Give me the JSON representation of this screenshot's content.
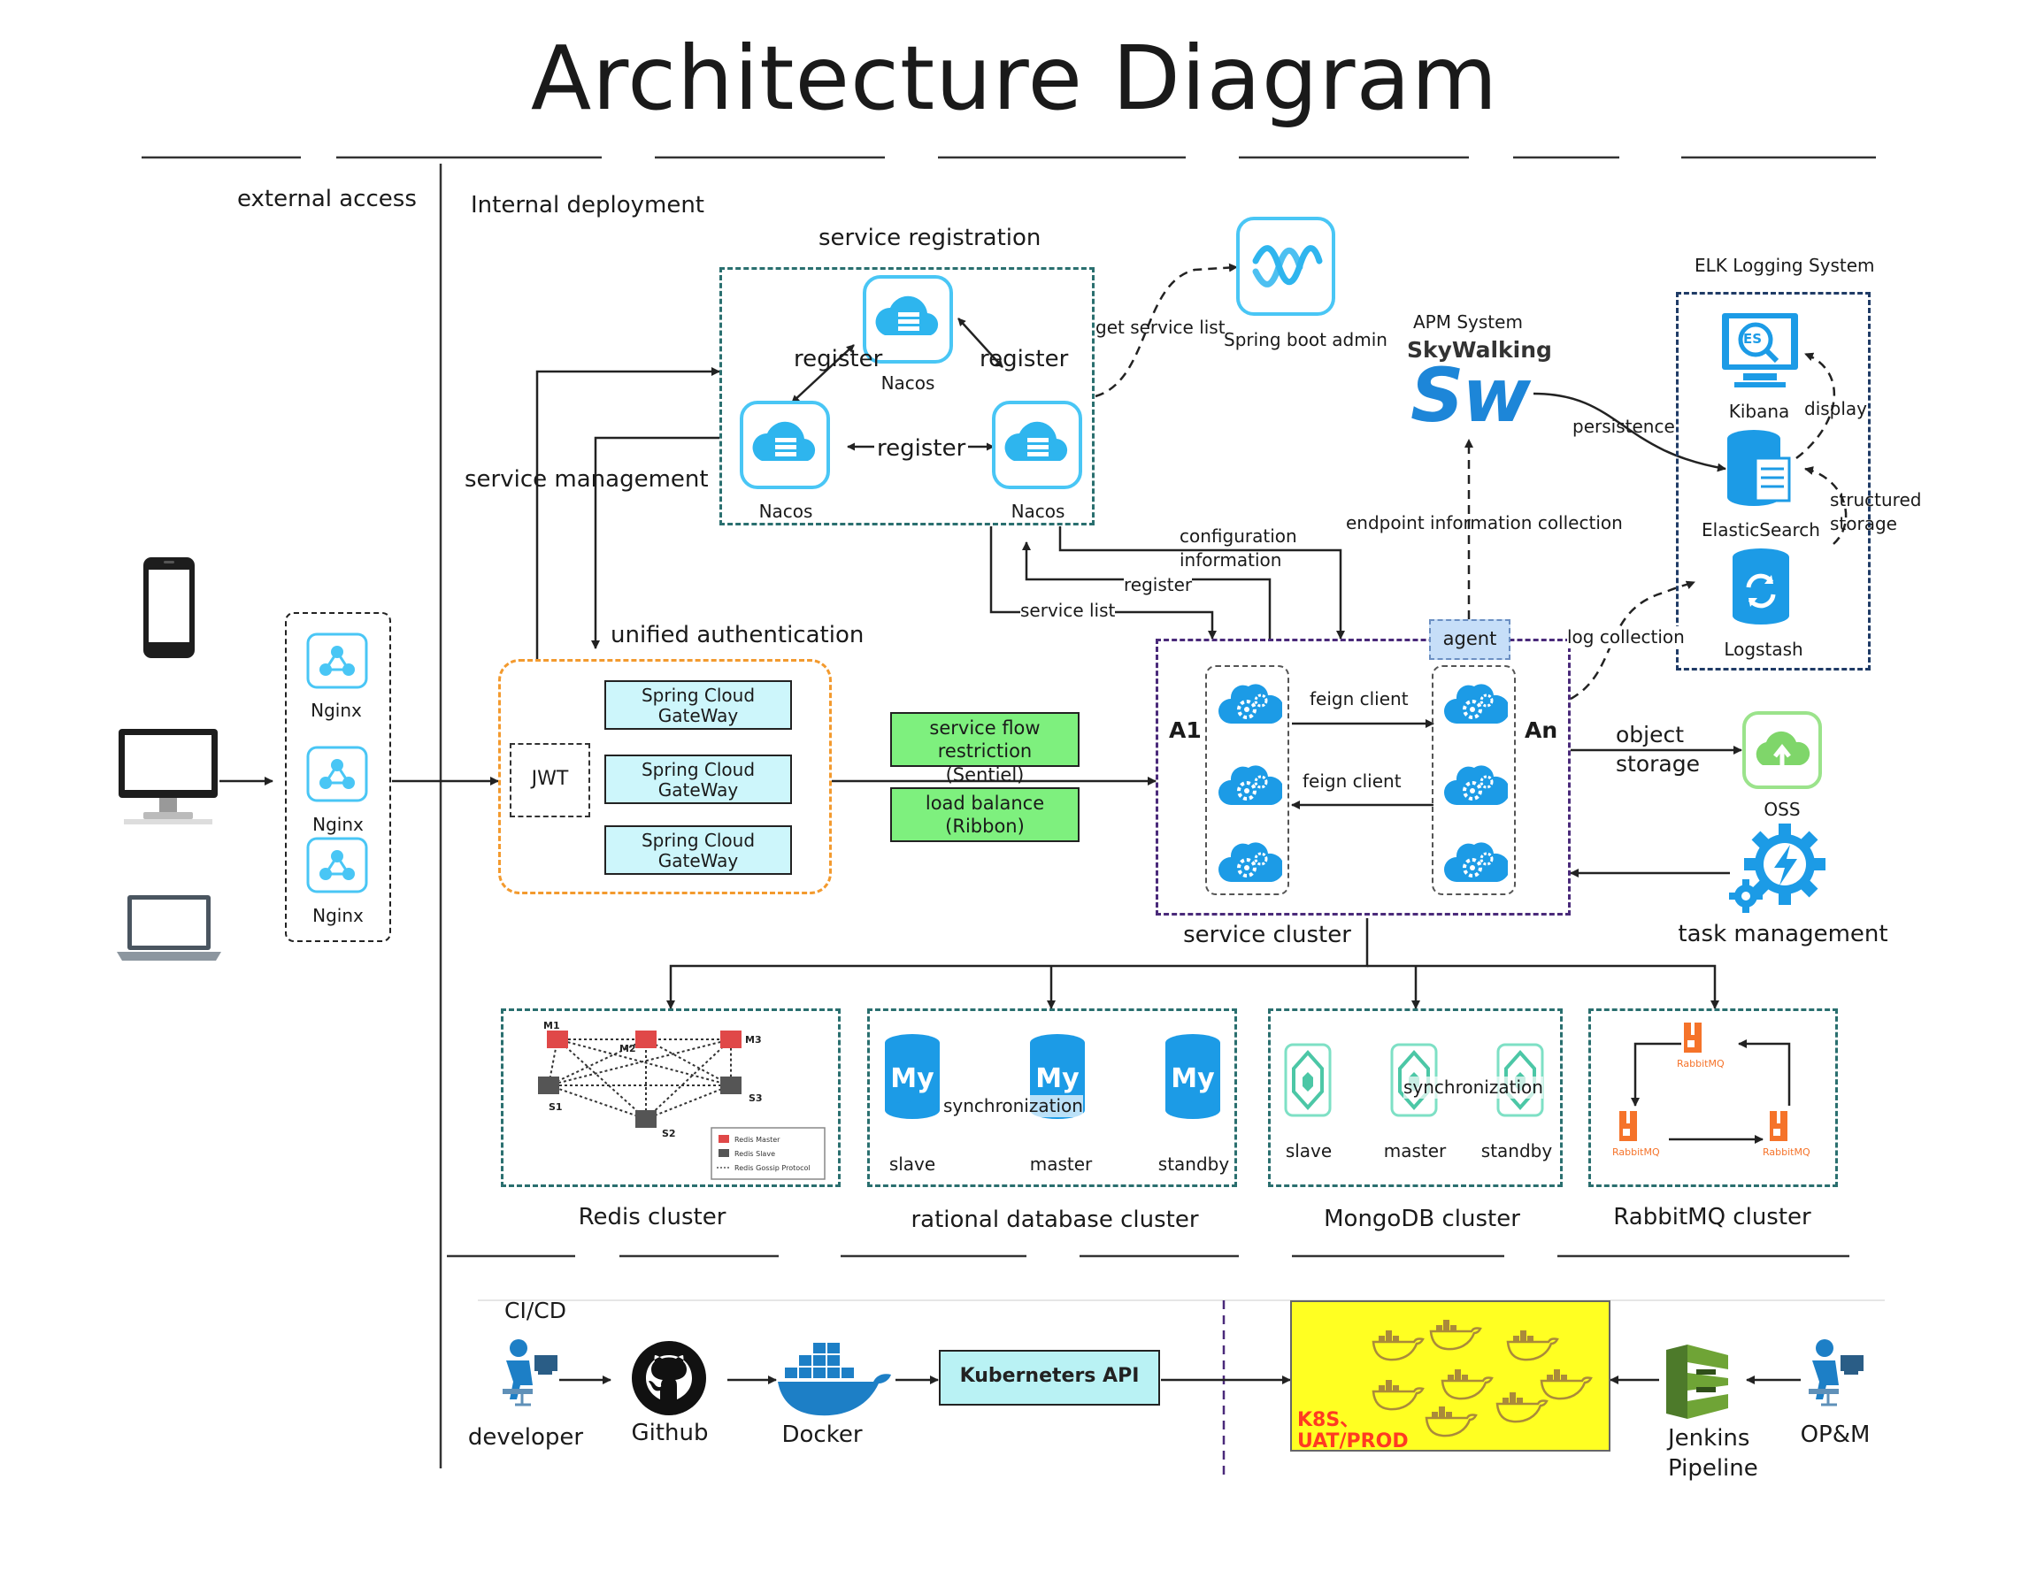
{
  "title": "Architecture Diagram",
  "sections": {
    "external_access": "external access",
    "internal_deployment": "Internal deployment",
    "cicd": "CI/CD"
  },
  "nginx": [
    "Nginx",
    "Nginx",
    "Nginx"
  ],
  "service_registration": {
    "title": "service registration",
    "nacos_top": "Nacos",
    "nacos_left": "Nacos",
    "nacos_right": "Nacos",
    "register_left": "register",
    "register_right": "register",
    "register_bottom": "register"
  },
  "spring_boot_admin": {
    "label": "Spring boot admin",
    "get_service_list": "get service list"
  },
  "service_management": "service management",
  "unified_auth": {
    "title": "unified authentication",
    "jwt": "JWT",
    "gateways": [
      {
        "line1": "Spring Cloud",
        "line2": "GateWay"
      },
      {
        "line1": "Spring Cloud",
        "line2": "GateWay"
      },
      {
        "line1": "Spring Cloud",
        "line2": "GateWay"
      }
    ]
  },
  "flow_restriction": {
    "line1": "service flow restriction",
    "line2": "(Sentiel)"
  },
  "load_balance": {
    "line1": "load balance",
    "line2": "(Ribbon)"
  },
  "nacos_links": {
    "configuration": "configuration",
    "information": "information",
    "register": "register",
    "service_list": "service list"
  },
  "service_cluster": {
    "title": "service cluster",
    "a1": "A1",
    "an": "An",
    "agent": "agent",
    "feign_top": "feign client",
    "feign_bottom": "feign client"
  },
  "apm": {
    "system": "APM System",
    "skywalking": "SkyWalking",
    "logo": "Sw",
    "endpoint": "endpoint information collection",
    "persistence": "persistence"
  },
  "elk": {
    "title": "ELK Logging System",
    "kibana": "Kibana",
    "kibana_badge": "ES",
    "elasticsearch": "ElasticSearch",
    "logstash": "Logstash",
    "display": "display",
    "structured": "structured",
    "storage": "storage",
    "log_collection": "log collection"
  },
  "object_storage": {
    "line1": "object",
    "line2": "storage",
    "oss": "OSS"
  },
  "task_management": "task management",
  "clusters": {
    "redis": {
      "label": "Redis cluster",
      "nodes": [
        "M1",
        "M2",
        "M3",
        "S1",
        "S2",
        "S3"
      ],
      "legend": [
        "Redis Master",
        "Redis Slave",
        "Redis Gossip Protocol"
      ]
    },
    "rdb": {
      "label": "rational database cluster",
      "logo": "My",
      "slave": "slave",
      "master": "master",
      "standby": "standby",
      "sync": "synchronization"
    },
    "mongo": {
      "label": "MongoDB cluster",
      "slave": "slave",
      "master": "master",
      "standby": "standby",
      "sync": "synchronization"
    },
    "rabbitmq": {
      "label": "RabbitMQ cluster",
      "node": "RabbitMQ"
    }
  },
  "cicd_flow": {
    "developer": "developer",
    "github": "Github",
    "docker": "Docker",
    "kubernetes_api": "Kuberneters API",
    "k8s_line1": "K8S、",
    "k8s_line2": "UAT/PROD",
    "jenkins_line1": "Jenkins",
    "jenkins_line2": "Pipeline",
    "opm": "OP&M"
  }
}
